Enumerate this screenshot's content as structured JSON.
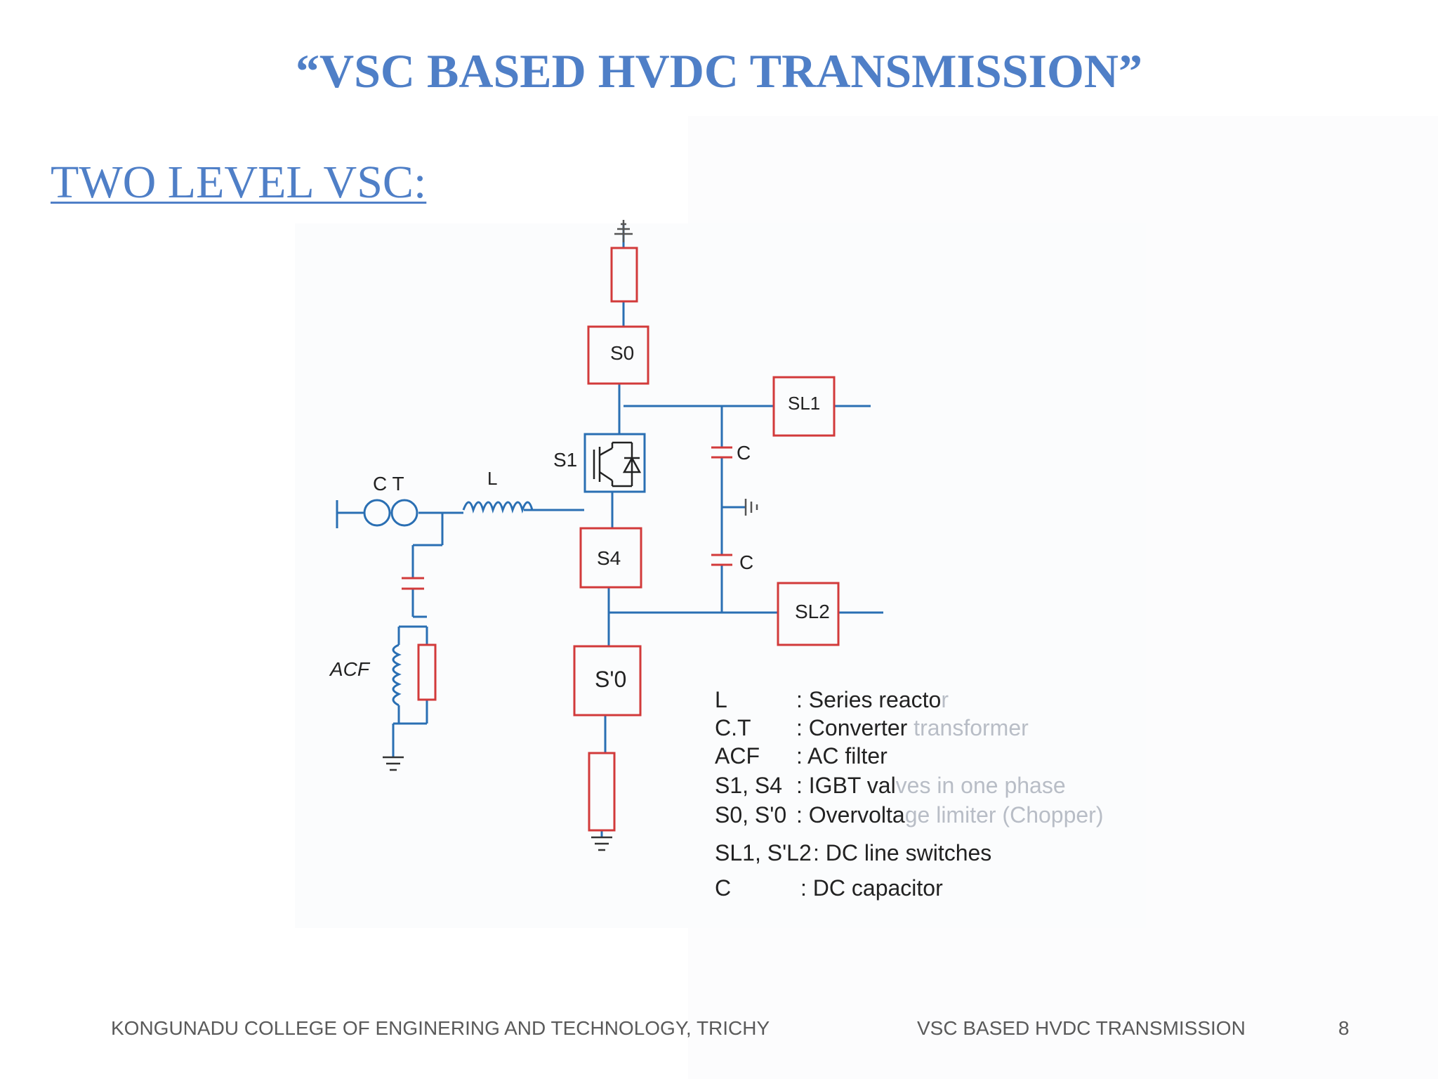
{
  "slide": {
    "title": "“VSC BASED HVDC TRANSMISSION”",
    "subtitle": "TWO LEVEL VSC:"
  },
  "diagram": {
    "labels": {
      "s0": "S0",
      "s1": "S1",
      "s4": "S4",
      "s0_prime": "S'0",
      "sl1": "SL1",
      "sl2": "SL2",
      "ct": "C T",
      "l": "L",
      "c_top": "C",
      "c_bottom": "C",
      "acf": "ACF"
    },
    "legend": [
      {
        "term": "L",
        "desc": ": Series reacto",
        "desc_faded": "r"
      },
      {
        "term": "C.T",
        "desc": ": Converter ",
        "desc_faded": "transformer"
      },
      {
        "term": "ACF",
        "desc": ": AC filter",
        "desc_faded": ""
      },
      {
        "term": "S1, S4",
        "desc": ": IGBT val",
        "desc_faded": "ves in one phase"
      },
      {
        "term": "S0, S'0",
        "desc": ": Overvolta",
        "desc_faded": "ge limiter (Chopper)"
      },
      {
        "term": "SL1, S'L2",
        "desc": ": DC line switches",
        "desc_faded": ""
      },
      {
        "term": "C",
        "desc": ": DC capacitor",
        "desc_faded": ""
      }
    ],
    "colors": {
      "wire": "#2a6fb3",
      "component": "#d23a3a",
      "text": "#222222"
    }
  },
  "footer": {
    "institution": "KONGUNADU COLLEGE OF ENGINERING AND TECHNOLOGY, TRICHY",
    "topic": "VSC BASED HVDC TRANSMISSION",
    "page_number": "8"
  }
}
